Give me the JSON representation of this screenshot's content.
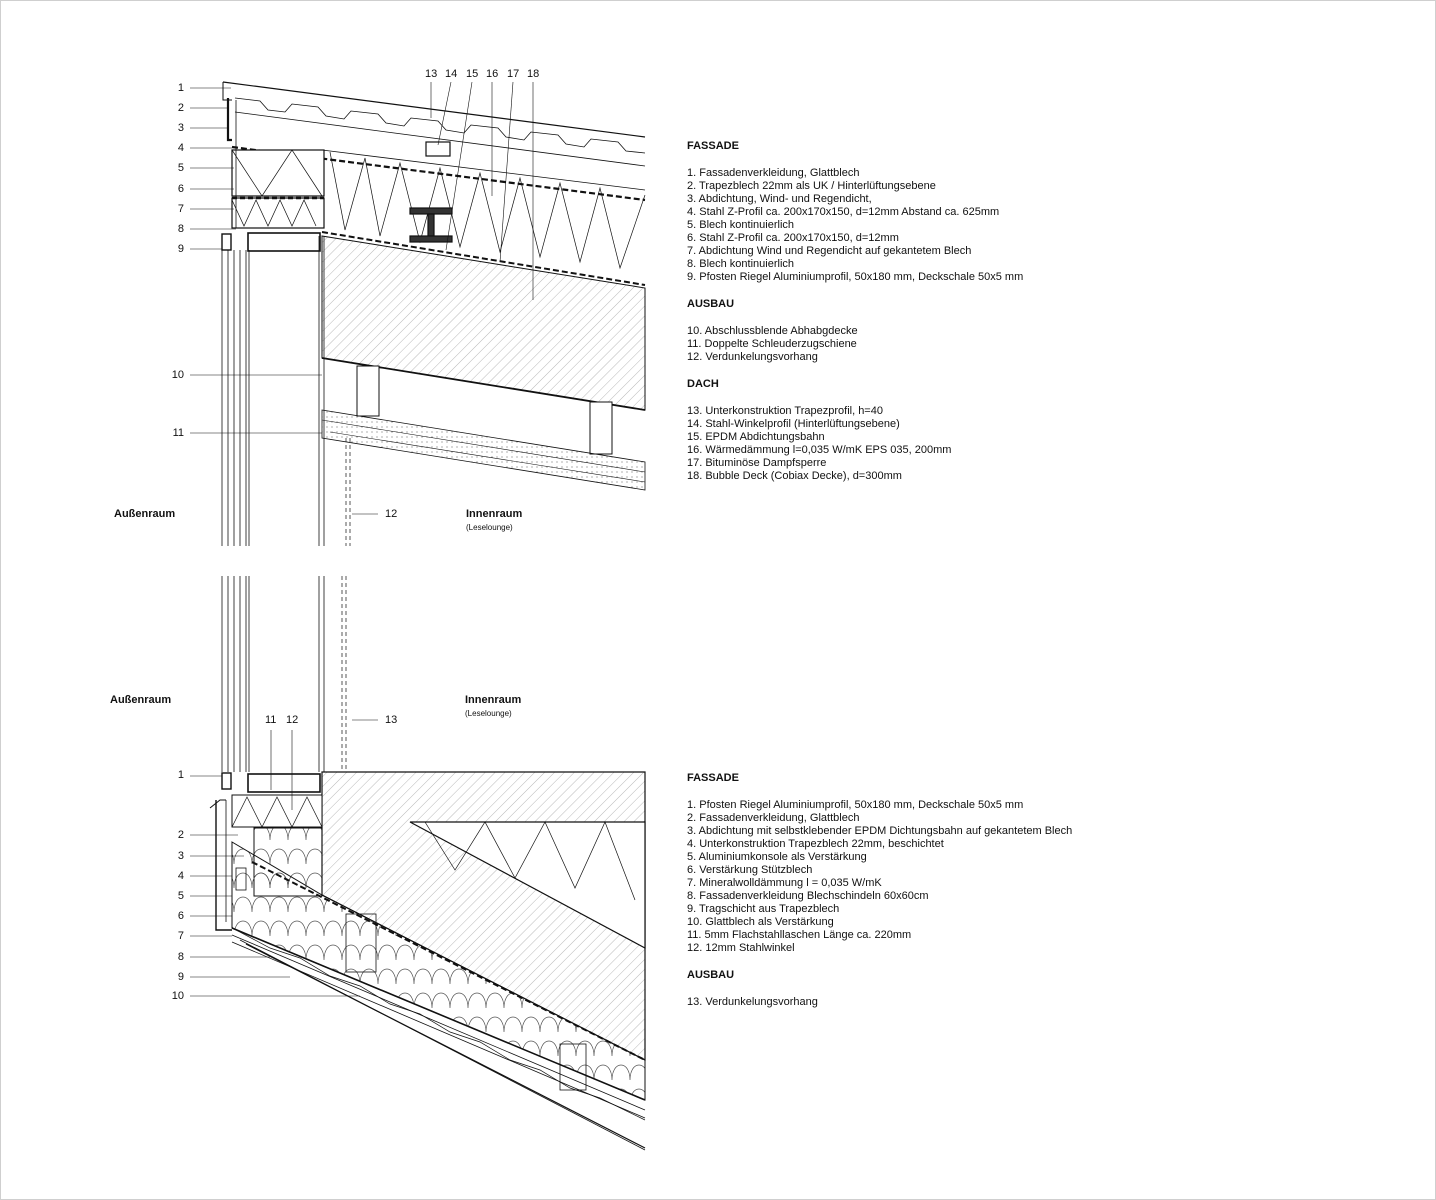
{
  "top": {
    "left_labels": [
      "1",
      "2",
      "3",
      "4",
      "5",
      "6",
      "7",
      "8",
      "9",
      "10",
      "11"
    ],
    "top_labels": [
      "13",
      "14",
      "15",
      "16",
      "17",
      "18"
    ],
    "right_label": "12",
    "outside": "Außenraum",
    "inside": "Innenraum",
    "inside_sub": "(Leselounge)"
  },
  "bottom": {
    "left_labels": [
      "1",
      "2",
      "3",
      "4",
      "5",
      "6",
      "7",
      "8",
      "9",
      "10"
    ],
    "top_labels": [
      "11",
      "12"
    ],
    "right_label": "13",
    "outside": "Außenraum",
    "inside": "Innenraum",
    "inside_sub": "(Leselounge)"
  },
  "legend_top": {
    "fassade_heading": "FASSADE",
    "fassade": [
      "1. Fassadenverkleidung, Glattblech",
      "2. Trapezblech 22mm als UK / Hinterlüftungsebene",
      "3. Abdichtung, Wind- und Regendicht,",
      "4. Stahl Z-Profil ca. 200x170x150, d=12mm Abstand ca. 625mm",
      "5. Blech kontinuierlich",
      "6. Stahl Z-Profil ca. 200x170x150, d=12mm",
      "7. Abdichtung Wind und Regendicht auf gekantetem Blech",
      "8. Blech kontinuierlich",
      "9. Pfosten Riegel Aluminiumprofil, 50x180 mm, Deckschale 50x5 mm"
    ],
    "ausbau_heading": "AUSBAU",
    "ausbau": [
      "10. Abschlussblende Abhabgdecke",
      "11. Doppelte Schleuderzugschiene",
      "12. Verdunkelungsvorhang"
    ],
    "dach_heading": "DACH",
    "dach": [
      "13. Unterkonstruktion Trapezprofil, h=40",
      "14. Stahl-Winkelprofil (Hinterlüftungsebene)",
      "15. EPDM Abdichtungsbahn",
      "16. Wärmedämmung l=0,035 W/mK EPS 035, 200mm",
      "17. Bituminöse Dampfsperre",
      "18. Bubble Deck (Cobiax Decke), d=300mm"
    ]
  },
  "legend_bottom": {
    "fassade_heading": "FASSADE",
    "fassade": [
      "1. Pfosten Riegel Aluminiumprofil, 50x180 mm, Deckschale 50x5 mm",
      "2. Fassadenverkleidung, Glattblech",
      "3. Abdichtung mit selbstklebender EPDM Dichtungsbahn auf gekantetem Blech",
      "4. Unterkonstruktion Trapezblech 22mm, beschichtet",
      "5. Aluminiumkonsole als Verstärkung",
      "6. Verstärkung Stützblech",
      "7. Mineralwolldämmung l = 0,035 W/mK",
      "8. Fassadenverkleidung Blechschindeln 60x60cm",
      "9. Tragschicht aus Trapezblech",
      "10. Glattblech als Verstärkung",
      "11. 5mm Flachstahllaschen Länge ca. 220mm",
      "12. 12mm Stahlwinkel"
    ],
    "ausbau_heading": "AUSBAU",
    "ausbau": [
      "13. Verdunkelungsvorhang"
    ]
  }
}
